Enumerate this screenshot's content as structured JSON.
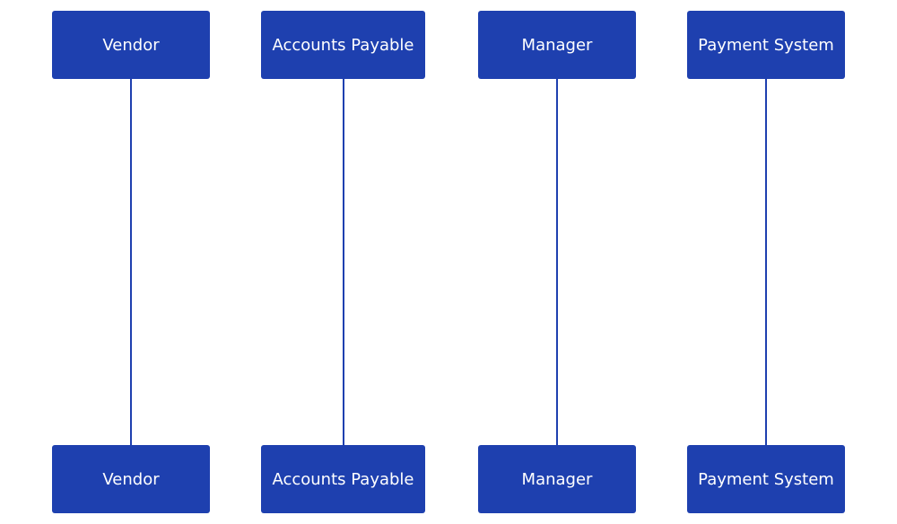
{
  "participants": [
    {
      "id": "vendor",
      "label": "Vendor"
    },
    {
      "id": "ap",
      "label": "Accounts Payable"
    },
    {
      "id": "manager",
      "label": "Manager"
    },
    {
      "id": "payment",
      "label": "Payment System"
    }
  ],
  "colors": {
    "actor_fill": "#1e40af",
    "actor_text": "#ffffff",
    "lifeline": "#1e40af",
    "background": "#ffffff"
  }
}
